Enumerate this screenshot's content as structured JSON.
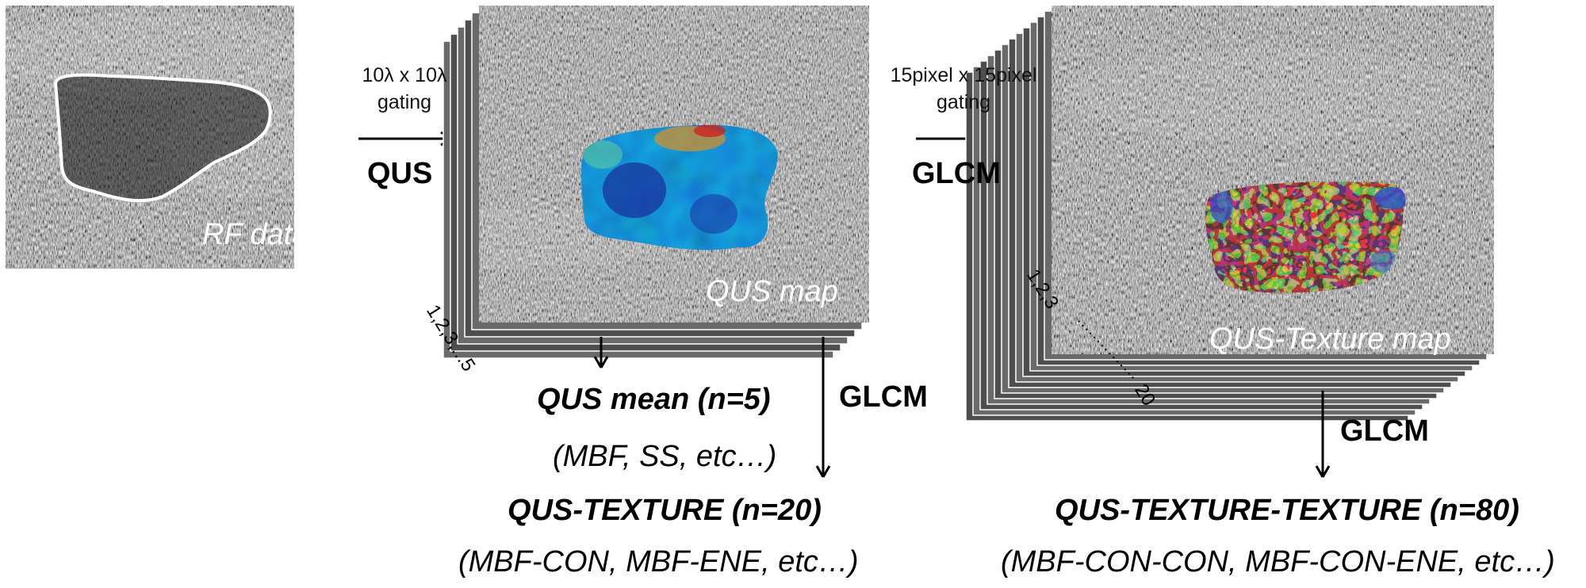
{
  "stage1": {
    "image_label": "RF data"
  },
  "arrow1": {
    "gating_line1": "10λ x 10λ",
    "gating_line2": "gating",
    "method": "QUS"
  },
  "stage2": {
    "image_label": "QUS map",
    "stack_index": "1,2,3,...5"
  },
  "arrow2": {
    "gating_line1": "15pixel x 15pixel",
    "gating_line2": "gating",
    "method": "GLCM"
  },
  "stage3": {
    "image_label": "QUS-Texture map",
    "stack_index_start": "1,2,3",
    "stack_index_end": "20"
  },
  "outputs": {
    "qus_mean_title": "QUS mean (n=5)",
    "qus_mean_examples": "(MBF, SS, etc…)",
    "qus_texture_method": "GLCM",
    "qus_texture_title": "QUS-TEXTURE (n=20)",
    "qus_texture_examples": "(MBF-CON, MBF-ENE, etc…)",
    "qus_tt_method": "GLCM",
    "qus_tt_title": "QUS-TEXTURE-TEXTURE (n=80)",
    "qus_tt_examples": "(MBF-CON-CON, MBF-CON-ENE, etc…)"
  }
}
